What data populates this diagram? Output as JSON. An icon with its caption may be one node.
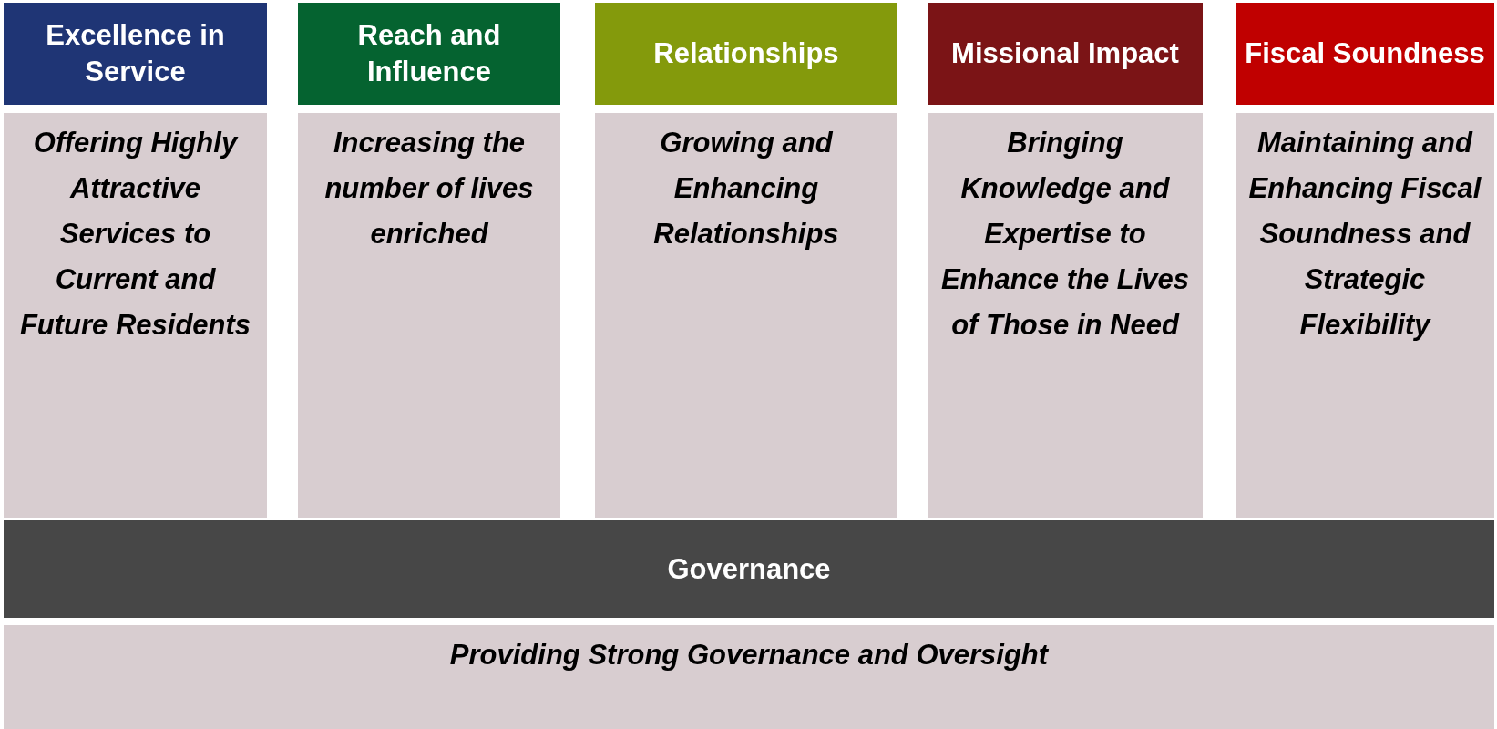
{
  "diagram": {
    "nodes": [
      {
        "text": [
          "Excellence in Service"
        ]
      },
      {
        "text": [
          "Reach and Influence"
        ]
      },
      {
        "text": [
          "Relationships"
        ]
      },
      {
        "text": [
          "Missional Impact"
        ]
      },
      {
        "text": [
          "Fiscal Soundness"
        ]
      },
      {
        "text": [
          "Offering Highly Attractive Services to Current and Future Residents"
        ]
      },
      {
        "text": [
          "Increasing the number of lives enriched"
        ]
      },
      {
        "text": [
          "Growing and Enhancing Relationships"
        ]
      },
      {
        "text": [
          "Bringing Knowledge and Expertise to Enhance the Lives of Those in Need"
        ]
      },
      {
        "text": [
          "Maintaining and Enhancing Fiscal Soundness and Strategic Flexibility"
        ]
      },
      {
        "text": [
          "Governance"
        ]
      },
      {
        "text": [
          "Providing Strong Governance and Oversight"
        ]
      }
    ]
  }
}
